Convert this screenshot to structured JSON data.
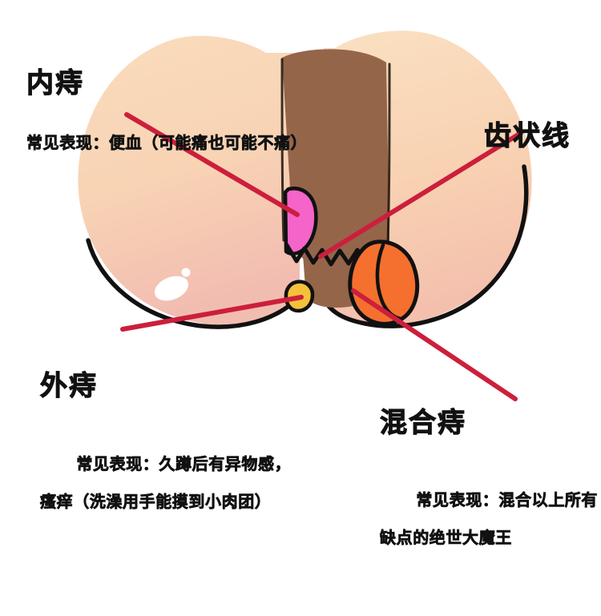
{
  "diagram": {
    "subject": "hemorrhoid-types-anatomy-illustration",
    "background_color": "#ffffff",
    "pointer_color": "#cc1f3c",
    "outline_color": "#111111"
  },
  "labels": {
    "internal": {
      "title": "内痔",
      "desc": "常见表现：便血（可能痛也可能不痛）"
    },
    "dentate": {
      "title": "齿状线"
    },
    "external": {
      "title": "外痔",
      "desc_line1": "常见表现：久蹲后有异物感，",
      "desc_line2": "瘙痒（洗澡用手能摸到小肉团）"
    },
    "mixed": {
      "title": "混合痔",
      "desc_line1": "常见表现：混合以上所有",
      "desc_line2": "缺点的绝世大魔王"
    }
  },
  "anatomy": {
    "left_buttock": {
      "name": "left-buttock",
      "fill_top": "#f9dcbd",
      "fill_bottom": "#f3c0b4"
    },
    "right_buttock": {
      "name": "right-buttock",
      "fill_top": "#f9dcbd",
      "fill_bottom": "#f5c3b0"
    },
    "anal_canal": {
      "name": "rectal-canal",
      "fill": "#95654a"
    },
    "internal_hemorrhoid": {
      "name": "internal-hemorrhoid",
      "fill": "#f564c8"
    },
    "external_hemorrhoid": {
      "name": "external-hemorrhoid",
      "fill": "#f5c13a"
    },
    "mixed_hemorrhoid": {
      "name": "mixed-hemorrhoid",
      "fill": "#f5702e"
    },
    "dentate_line": {
      "name": "dentate-line-zigzag",
      "fill": "#95654a"
    },
    "highlight": {
      "name": "skin-highlight",
      "fill": "#ffffff"
    }
  }
}
